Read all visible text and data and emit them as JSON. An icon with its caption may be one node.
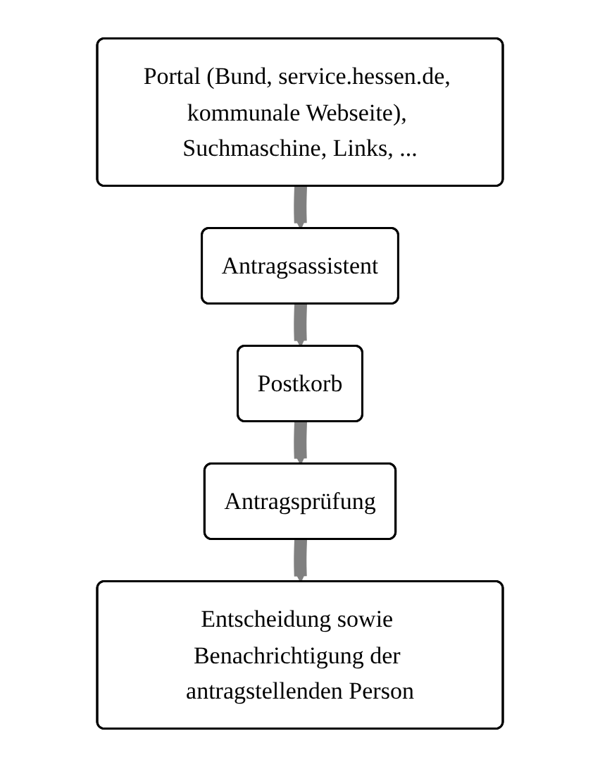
{
  "diagram": {
    "nodes": [
      {
        "text": [
          "Portal (Bund, service.hessen.de, kommunale Webseite), Suchmaschine, Links, ..."
        ]
      },
      {
        "text": [
          "Antragsassistent"
        ]
      },
      {
        "text": [
          "Postkorb"
        ]
      },
      {
        "text": [
          "Antragsprüfung"
        ]
      },
      {
        "text": [
          "Entscheidung sowie Benachrichtigung der antragstellenden Person"
        ]
      }
    ],
    "edges": [
      {
        "from": 0,
        "to": 1,
        "arrow": "to"
      },
      {
        "from": 1,
        "to": 2,
        "arrow": "to"
      },
      {
        "from": 2,
        "to": 3,
        "arrow": "to"
      },
      {
        "from": 3,
        "to": 4,
        "arrow": "to"
      }
    ]
  }
}
